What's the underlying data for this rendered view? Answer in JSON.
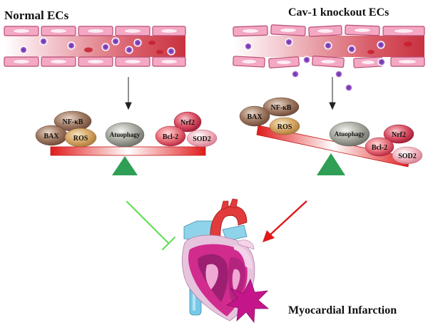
{
  "panels": {
    "normal": {
      "title": "Normal ECs",
      "left_factors": [
        "NF-κB",
        "BAX",
        "ROS"
      ],
      "center_factor": "Atuophagy",
      "right_factors": [
        "Nrf2",
        "Bcl-2",
        "SOD2"
      ]
    },
    "knockout": {
      "title": "Cav-1 knockout ECs",
      "left_factors": [
        "NF-κB",
        "BAX",
        "ROS"
      ],
      "center_factor": "Atuophagy",
      "right_factors": [
        "Nrf2",
        "Bcl-2",
        "SOD2"
      ]
    }
  },
  "outcome": {
    "label": "Myocardial Infarction"
  },
  "colors": {
    "inhibition_line": "#66e05a",
    "promotion_arrow": "#e01818",
    "fulcrum": "#2f9f55",
    "beam": "#e51e1e",
    "vessel_cell": "#f4a8c4",
    "heart_muscle": "#d12a8f"
  }
}
